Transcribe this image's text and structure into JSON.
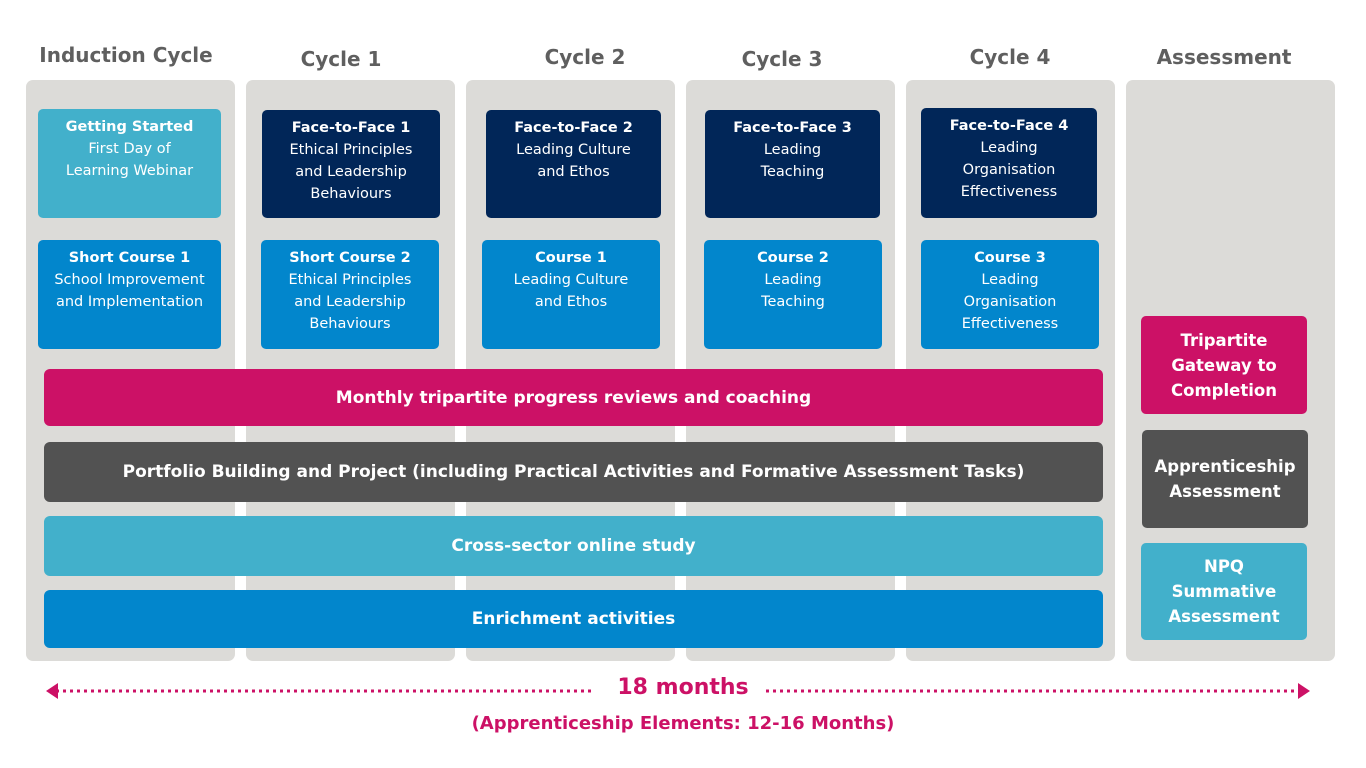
{
  "columns": [
    {
      "heading": "Induction Cycle"
    },
    {
      "heading": "Cycle 1"
    },
    {
      "heading": "Cycle 2"
    },
    {
      "heading": "Cycle 3"
    },
    {
      "heading": "Cycle 4"
    },
    {
      "heading": "Assessment"
    }
  ],
  "top_boxes": [
    {
      "title": "Getting Started",
      "lines": [
        "First Day of",
        "Learning Webinar"
      ],
      "color": "#42b0cb"
    },
    {
      "title": "Face-to-Face 1",
      "lines": [
        "Ethical Principles",
        "and Leadership",
        "Behaviours"
      ],
      "color": "#012658"
    },
    {
      "title": "Face-to-Face 2",
      "lines": [
        "Leading Culture",
        "and Ethos"
      ],
      "color": "#012658"
    },
    {
      "title": "Face-to-Face 3",
      "lines": [
        "Leading",
        "Teaching"
      ],
      "color": "#012658"
    },
    {
      "title": "Face-to-Face 4",
      "lines": [
        "Leading",
        "Organisation",
        "Effectiveness"
      ],
      "color": "#012658"
    }
  ],
  "course_boxes": [
    {
      "title": "Short Course 1",
      "lines": [
        "School Improvement",
        "and Implementation"
      ],
      "color": "#0286cc"
    },
    {
      "title": "Short Course 2",
      "lines": [
        "Ethical Principles",
        "and Leadership",
        "Behaviours"
      ],
      "color": "#0286cc"
    },
    {
      "title": "Course 1",
      "lines": [
        "Leading Culture",
        "and Ethos"
      ],
      "color": "#0286cc"
    },
    {
      "title": "Course 2",
      "lines": [
        "Leading",
        "Teaching"
      ],
      "color": "#0286cc"
    },
    {
      "title": "Course 3",
      "lines": [
        "Leading",
        "Organisation",
        "Effectiveness"
      ],
      "color": "#0286cc"
    }
  ],
  "bands": [
    {
      "label": "Monthly tripartite progress reviews and coaching",
      "color": "#cc1166"
    },
    {
      "label": "Portfolio Building and Project (including Practical Activities and Formative Assessment Tasks)",
      "color": "#525252"
    },
    {
      "label": "Cross-sector online study",
      "color": "#42b0cb"
    },
    {
      "label": "Enrichment activities",
      "color": "#0286cc"
    }
  ],
  "assessment_boxes": [
    {
      "lines": [
        "Tripartite",
        "Gateway to",
        "Completion"
      ],
      "color": "#cc1166"
    },
    {
      "lines": [
        "Apprenticeship",
        "Assessment"
      ],
      "color": "#525252"
    },
    {
      "lines": [
        "NPQ",
        "Summative",
        "Assessment"
      ],
      "color": "#42b0cb"
    }
  ],
  "duration": {
    "label": "18 months",
    "sublabel": "(Apprenticeship Elements: 12-16 Months)",
    "color": "#cc1166"
  }
}
